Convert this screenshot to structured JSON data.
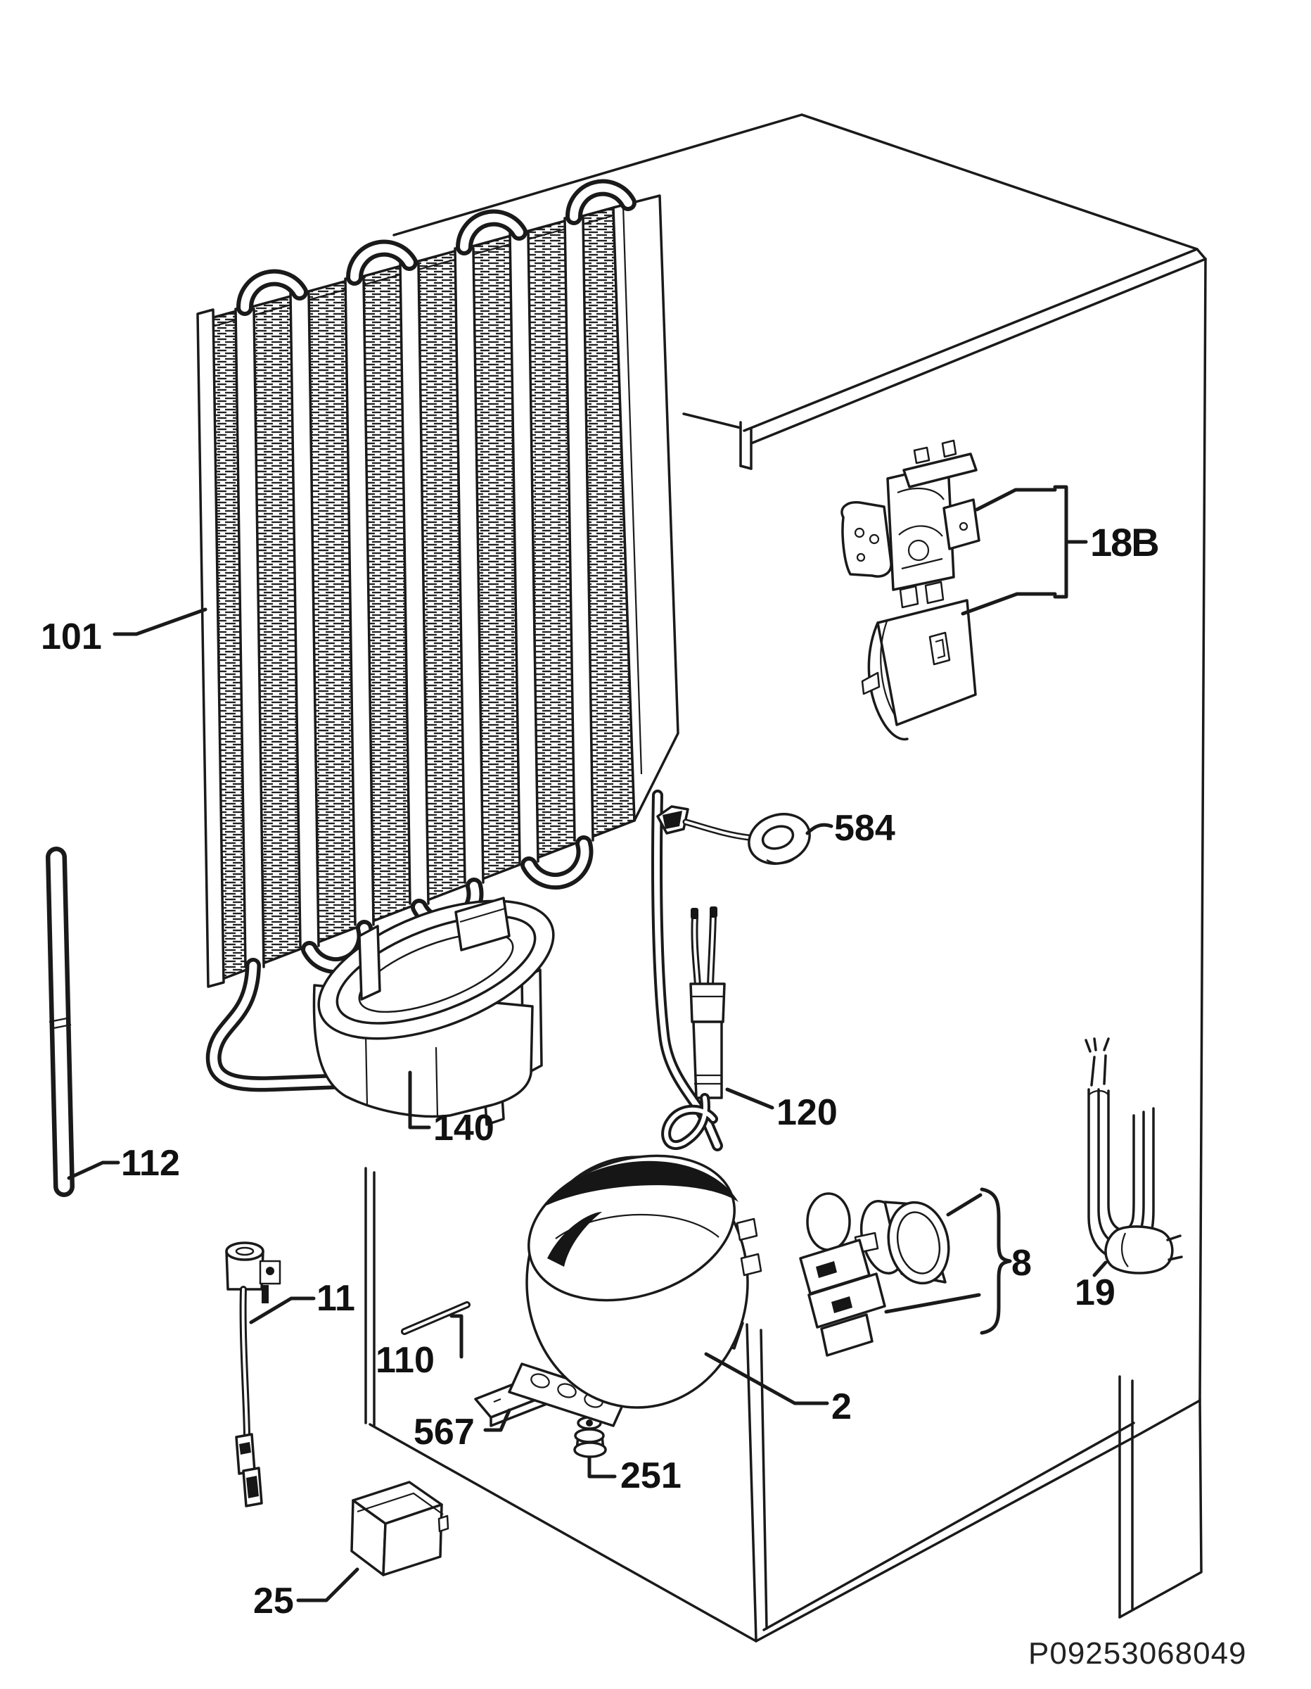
{
  "diagram": {
    "labels": {
      "l101": "101",
      "l18b": "18B",
      "l584": "584",
      "l140": "140",
      "l120": "120",
      "l112": "112",
      "l11": "11",
      "l110": "110",
      "l567": "567",
      "l251": "251",
      "l2": "2",
      "l8": "8",
      "l19": "19",
      "l25": "25"
    },
    "document_code": "P09253068049"
  }
}
